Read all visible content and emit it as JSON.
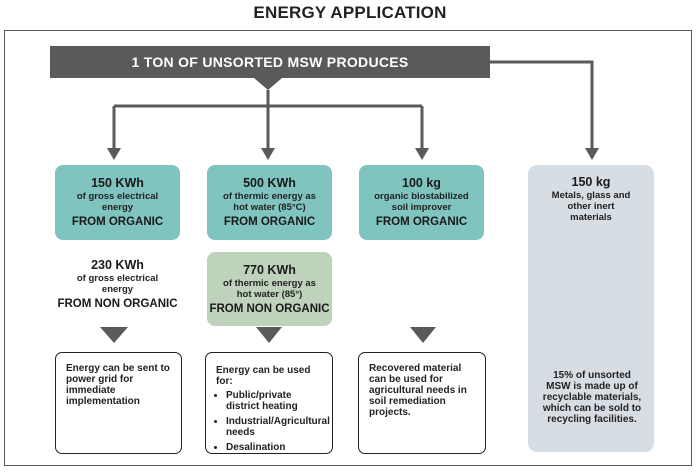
{
  "title": "ENERGY APPLICATION",
  "banner": "1 TON OF UNSORTED MSW PRODUCES",
  "colors": {
    "teal": "#7fc4bf",
    "green": "#bfd2bc",
    "grey_panel": "#d6dde3",
    "banner": "#5a5a5a"
  },
  "col1": {
    "box": {
      "value": "150 KWh",
      "desc": "of gross electrical energy",
      "source": "FROM ORGANIC"
    },
    "plain": {
      "value": "230 KWh",
      "desc": "of gross electrical energy",
      "source": "FROM NON ORGANIC"
    },
    "note": "Energy can be sent to power grid for immediate implementation"
  },
  "col2": {
    "box": {
      "value": "500 KWh",
      "desc": "of thermic energy as hot water (85°C)",
      "source": "FROM ORGANIC"
    },
    "box2": {
      "value": "770 KWh",
      "desc": "of thermic energy as hot water (85°)",
      "source": "FROM NON ORGANIC"
    },
    "note": {
      "intro": "Energy can be used for:",
      "items": [
        "Public/private district heating",
        "Industrial/Agricultural needs",
        "Desalination"
      ]
    }
  },
  "col3": {
    "box": {
      "value": "100 kg",
      "desc": "organic biostabilized soil improver",
      "source": "FROM ORGANIC"
    },
    "note": "Recovered material can be used for agricultural needs in soil remediation projects."
  },
  "col4": {
    "box": {
      "value": "150 kg",
      "desc": "Metals, glass and other inert materials"
    },
    "note": "15% of unsorted MSW is made up of recyclable materials, which can be sold to recycling facilities."
  }
}
